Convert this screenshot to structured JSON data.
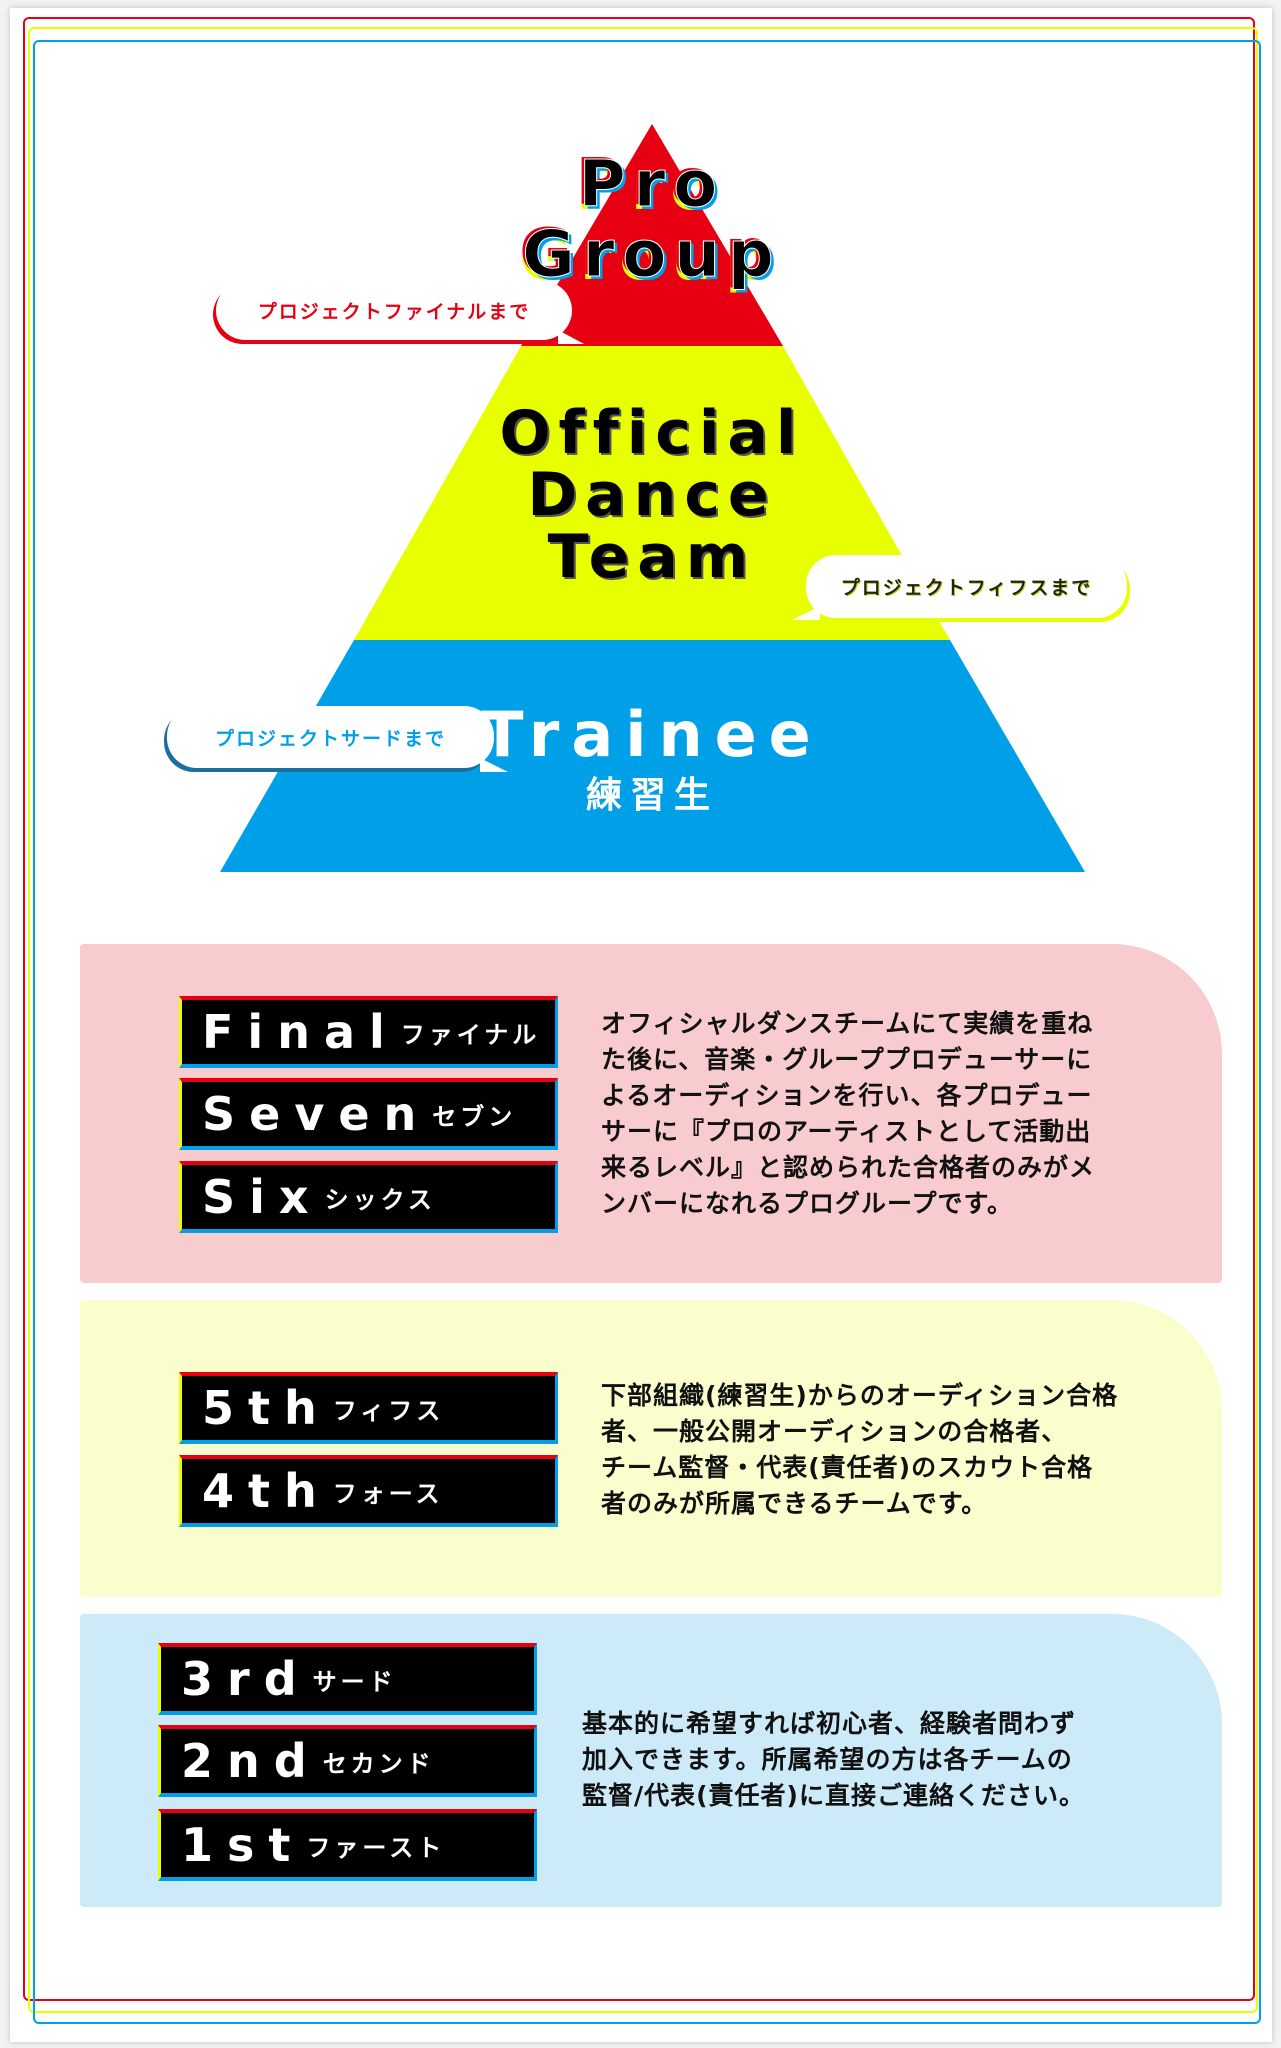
{
  "pyramid": {
    "top_title": [
      "Pro",
      "Group"
    ],
    "middle_title": [
      "Official",
      "Dance",
      "Team"
    ],
    "bottom_title": "Trainee",
    "bottom_subtitle": "練習生",
    "colors": {
      "red": "#e60012",
      "yellow": "#e8ff00",
      "blue": "#00a0e9"
    }
  },
  "bubbles": {
    "final": "プロジェクトファイナルまで",
    "fifth": "プロジェクトフィフスまで",
    "third": "プロジェクトサードまで"
  },
  "panels": [
    {
      "tags": [
        {
          "en": "Final",
          "jp": "ファイナル"
        },
        {
          "en": "Seven",
          "jp": "セブン"
        },
        {
          "en": "Six",
          "jp": "シックス"
        }
      ],
      "lines": [
        "オフィシャルダンスチームにて実績を重ね",
        "た後に、音楽・グループプロデューサーに",
        "よるオーディションを行い、各プロデュー",
        "サーに『プロのアーティストとして活動出",
        "来るレベル』と認められた合格者のみがメ",
        "ンバーになれるプログループです。"
      ]
    },
    {
      "tags": [
        {
          "en": "5th",
          "jp": "フィフス"
        },
        {
          "en": "4th",
          "jp": "フォース"
        }
      ],
      "lines": [
        "下部組織(練習生)からのオーディション合格",
        "者、一般公開オーディションの合格者、",
        "チーム監督・代表(責任者)のスカウト合格",
        "者のみが所属できるチームです。"
      ]
    },
    {
      "tags": [
        {
          "en": "3rd",
          "jp": "サード"
        },
        {
          "en": "2nd",
          "jp": "セカンド"
        },
        {
          "en": "1st",
          "jp": "ファースト"
        }
      ],
      "lines": [
        "基本的に希望すれば初心者、経験者問わず",
        "加入できます。所属希望の方は各チームの",
        "監督/代表(責任者)に直接ご連絡ください。"
      ]
    }
  ]
}
